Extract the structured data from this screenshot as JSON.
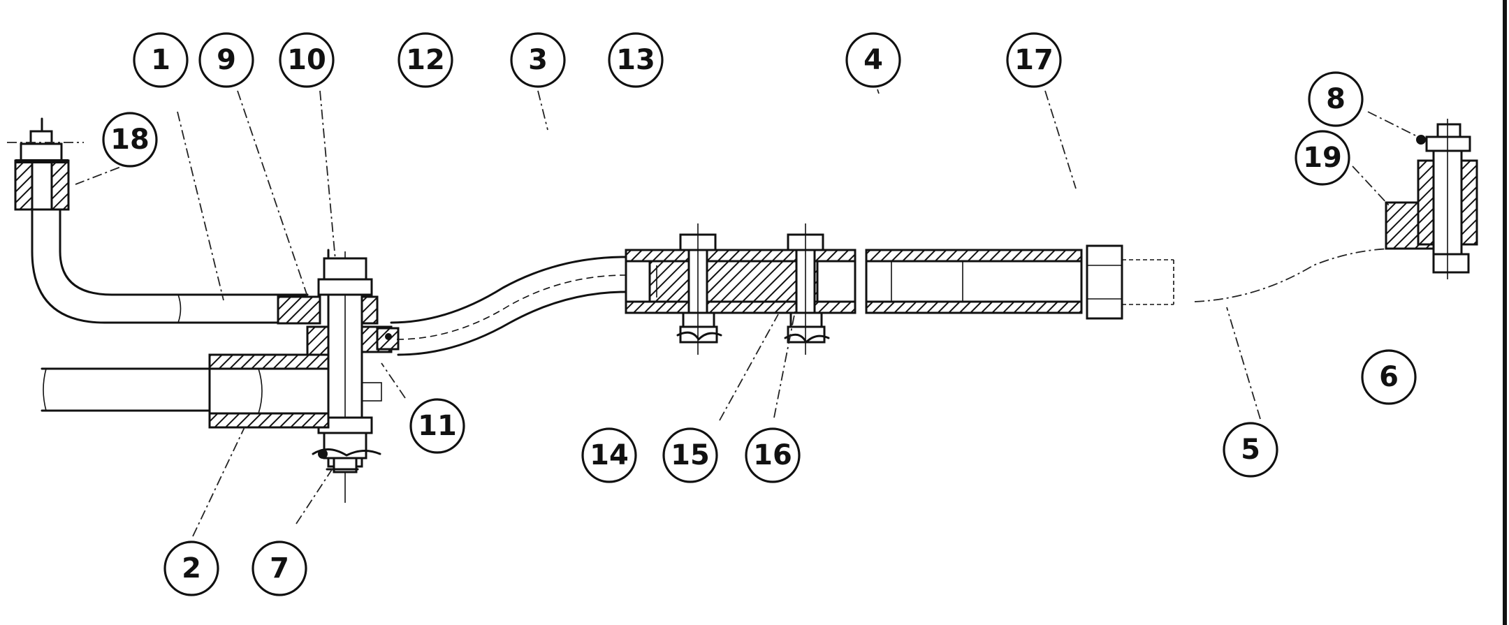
{
  "callouts": [
    {
      "id": "1",
      "label": "1"
    },
    {
      "id": "9",
      "label": "9"
    },
    {
      "id": "10",
      "label": "10"
    },
    {
      "id": "12",
      "label": "12"
    },
    {
      "id": "3",
      "label": "3"
    },
    {
      "id": "13",
      "label": "13"
    },
    {
      "id": "4",
      "label": "4"
    },
    {
      "id": "17",
      "label": "17"
    },
    {
      "id": "18",
      "label": "18"
    },
    {
      "id": "8",
      "label": "8"
    },
    {
      "id": "19",
      "label": "19"
    },
    {
      "id": "11",
      "label": "11"
    },
    {
      "id": "14",
      "label": "14"
    },
    {
      "id": "15",
      "label": "15"
    },
    {
      "id": "16",
      "label": "16"
    },
    {
      "id": "5",
      "label": "5"
    },
    {
      "id": "6",
      "label": "6"
    },
    {
      "id": "2",
      "label": "2"
    },
    {
      "id": "7",
      "label": "7"
    }
  ]
}
